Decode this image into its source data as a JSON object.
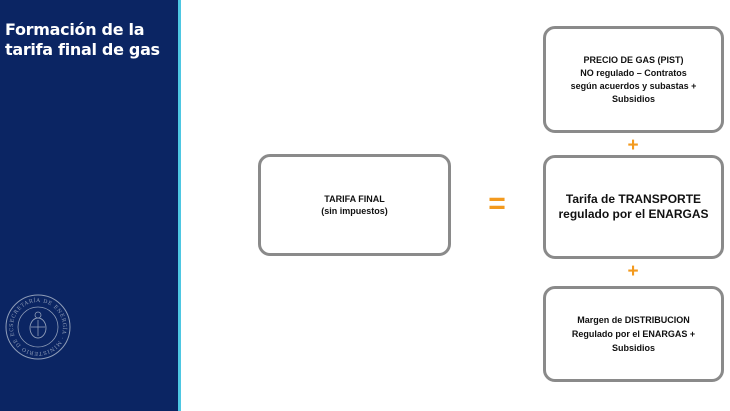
{
  "slide": {
    "title_lines": [
      "Formación de la",
      "tarifa final de gas"
    ]
  },
  "seal": {
    "text": "SECRETARÍA DE ENERGÍA · MINISTERIO DE ECONOMÍA",
    "color": "#8f9db8"
  },
  "diagram": {
    "total": {
      "lines": [
        "TARIFA FINAL",
        "(sin impuestos)"
      ]
    },
    "equals_sign": "=",
    "components": [
      {
        "lines": [
          "PRECIO DE GAS (PIST)",
          "NO regulado – Contratos",
          "según acuerdos y subastas +",
          "Subsidios"
        ]
      },
      {
        "lines": [
          "Tarifa de TRANSPORTE",
          "regulado por el ENARGAS"
        ]
      },
      {
        "lines": [
          "Margen de DISTRIBUCION",
          "Regulado por el ENARGAS +",
          "Subsidios"
        ]
      }
    ],
    "plus_sign": "+"
  },
  "colors": {
    "sidebar": "#0b2563",
    "accent": "#4ec7e2",
    "operator": "#f39a1e",
    "box_border": "#8a8a8a"
  }
}
